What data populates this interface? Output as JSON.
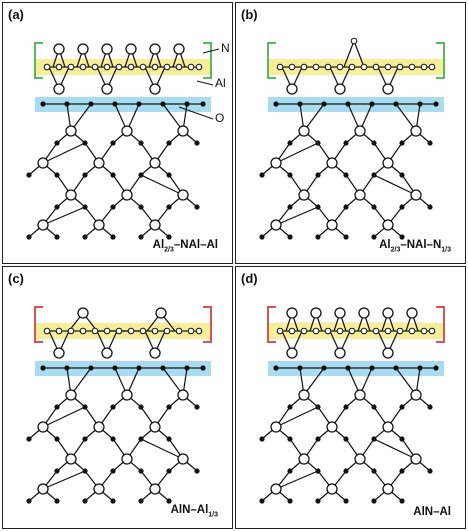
{
  "colors": {
    "yellow_band": "#f7ee9a",
    "blue_band": "#a9dcef",
    "bracket_green": "#5cb85c",
    "bracket_red": "#d9534f",
    "atom_stroke": "#111111",
    "bond": "#111111"
  },
  "legend": {
    "n": "N",
    "al": "Al",
    "o": "O"
  },
  "panels": [
    {
      "letter": "(a)",
      "caption_main": "Al",
      "caption_sub": "2/3",
      "caption_rest": "–NAl–Al",
      "caption_sub2": "",
      "bracket": "green",
      "top": "full"
    },
    {
      "letter": "(b)",
      "caption_main": "Al",
      "caption_sub": "2/3",
      "caption_rest": "–NAl–N",
      "caption_sub2": "1/3",
      "bracket": "green",
      "top": "single"
    },
    {
      "letter": "(c)",
      "caption_main": "AlN–Al",
      "caption_sub": "1/3",
      "caption_rest": "",
      "caption_sub2": "",
      "bracket": "red",
      "top": "pair"
    },
    {
      "letter": "(d)",
      "caption_main": "AlN–Al",
      "caption_sub": "",
      "caption_rest": "",
      "caption_sub2": "",
      "bracket": "red",
      "top": "full"
    }
  ]
}
